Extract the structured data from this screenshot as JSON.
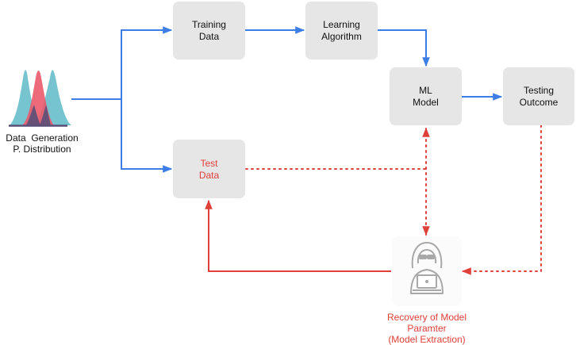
{
  "colors": {
    "box_fill": "#e6e6e6",
    "flow_blue": "#3d7ee6",
    "attack_red": "#e0403a",
    "text_dark": "#111111",
    "dist_teal": "#6fc1cc",
    "dist_red": "#ea5a6a",
    "dist_overlap": "#5a4f78",
    "hacker_gray": "#a8a8a8"
  },
  "source": {
    "icon": "overlapping-distributions-icon",
    "label_line1": "Data  Generation",
    "label_line2": "P. Distribution"
  },
  "nodes": {
    "training_data": {
      "line1": "Training",
      "line2": "Data"
    },
    "learning_algorithm": {
      "line1": "Learning",
      "line2": "Algorithm"
    },
    "ml_model": {
      "line1": "ML",
      "line2": "Model"
    },
    "testing_outcome": {
      "line1": "Testing",
      "line2": "Outcome"
    },
    "test_data": {
      "line1": "Test",
      "line2": "Data"
    }
  },
  "attacker": {
    "icon": "hacker-with-laptop-icon",
    "label_line1": "Recovery of Model",
    "label_line2": "Paramter",
    "label_line3": "(Model Extraction)"
  }
}
